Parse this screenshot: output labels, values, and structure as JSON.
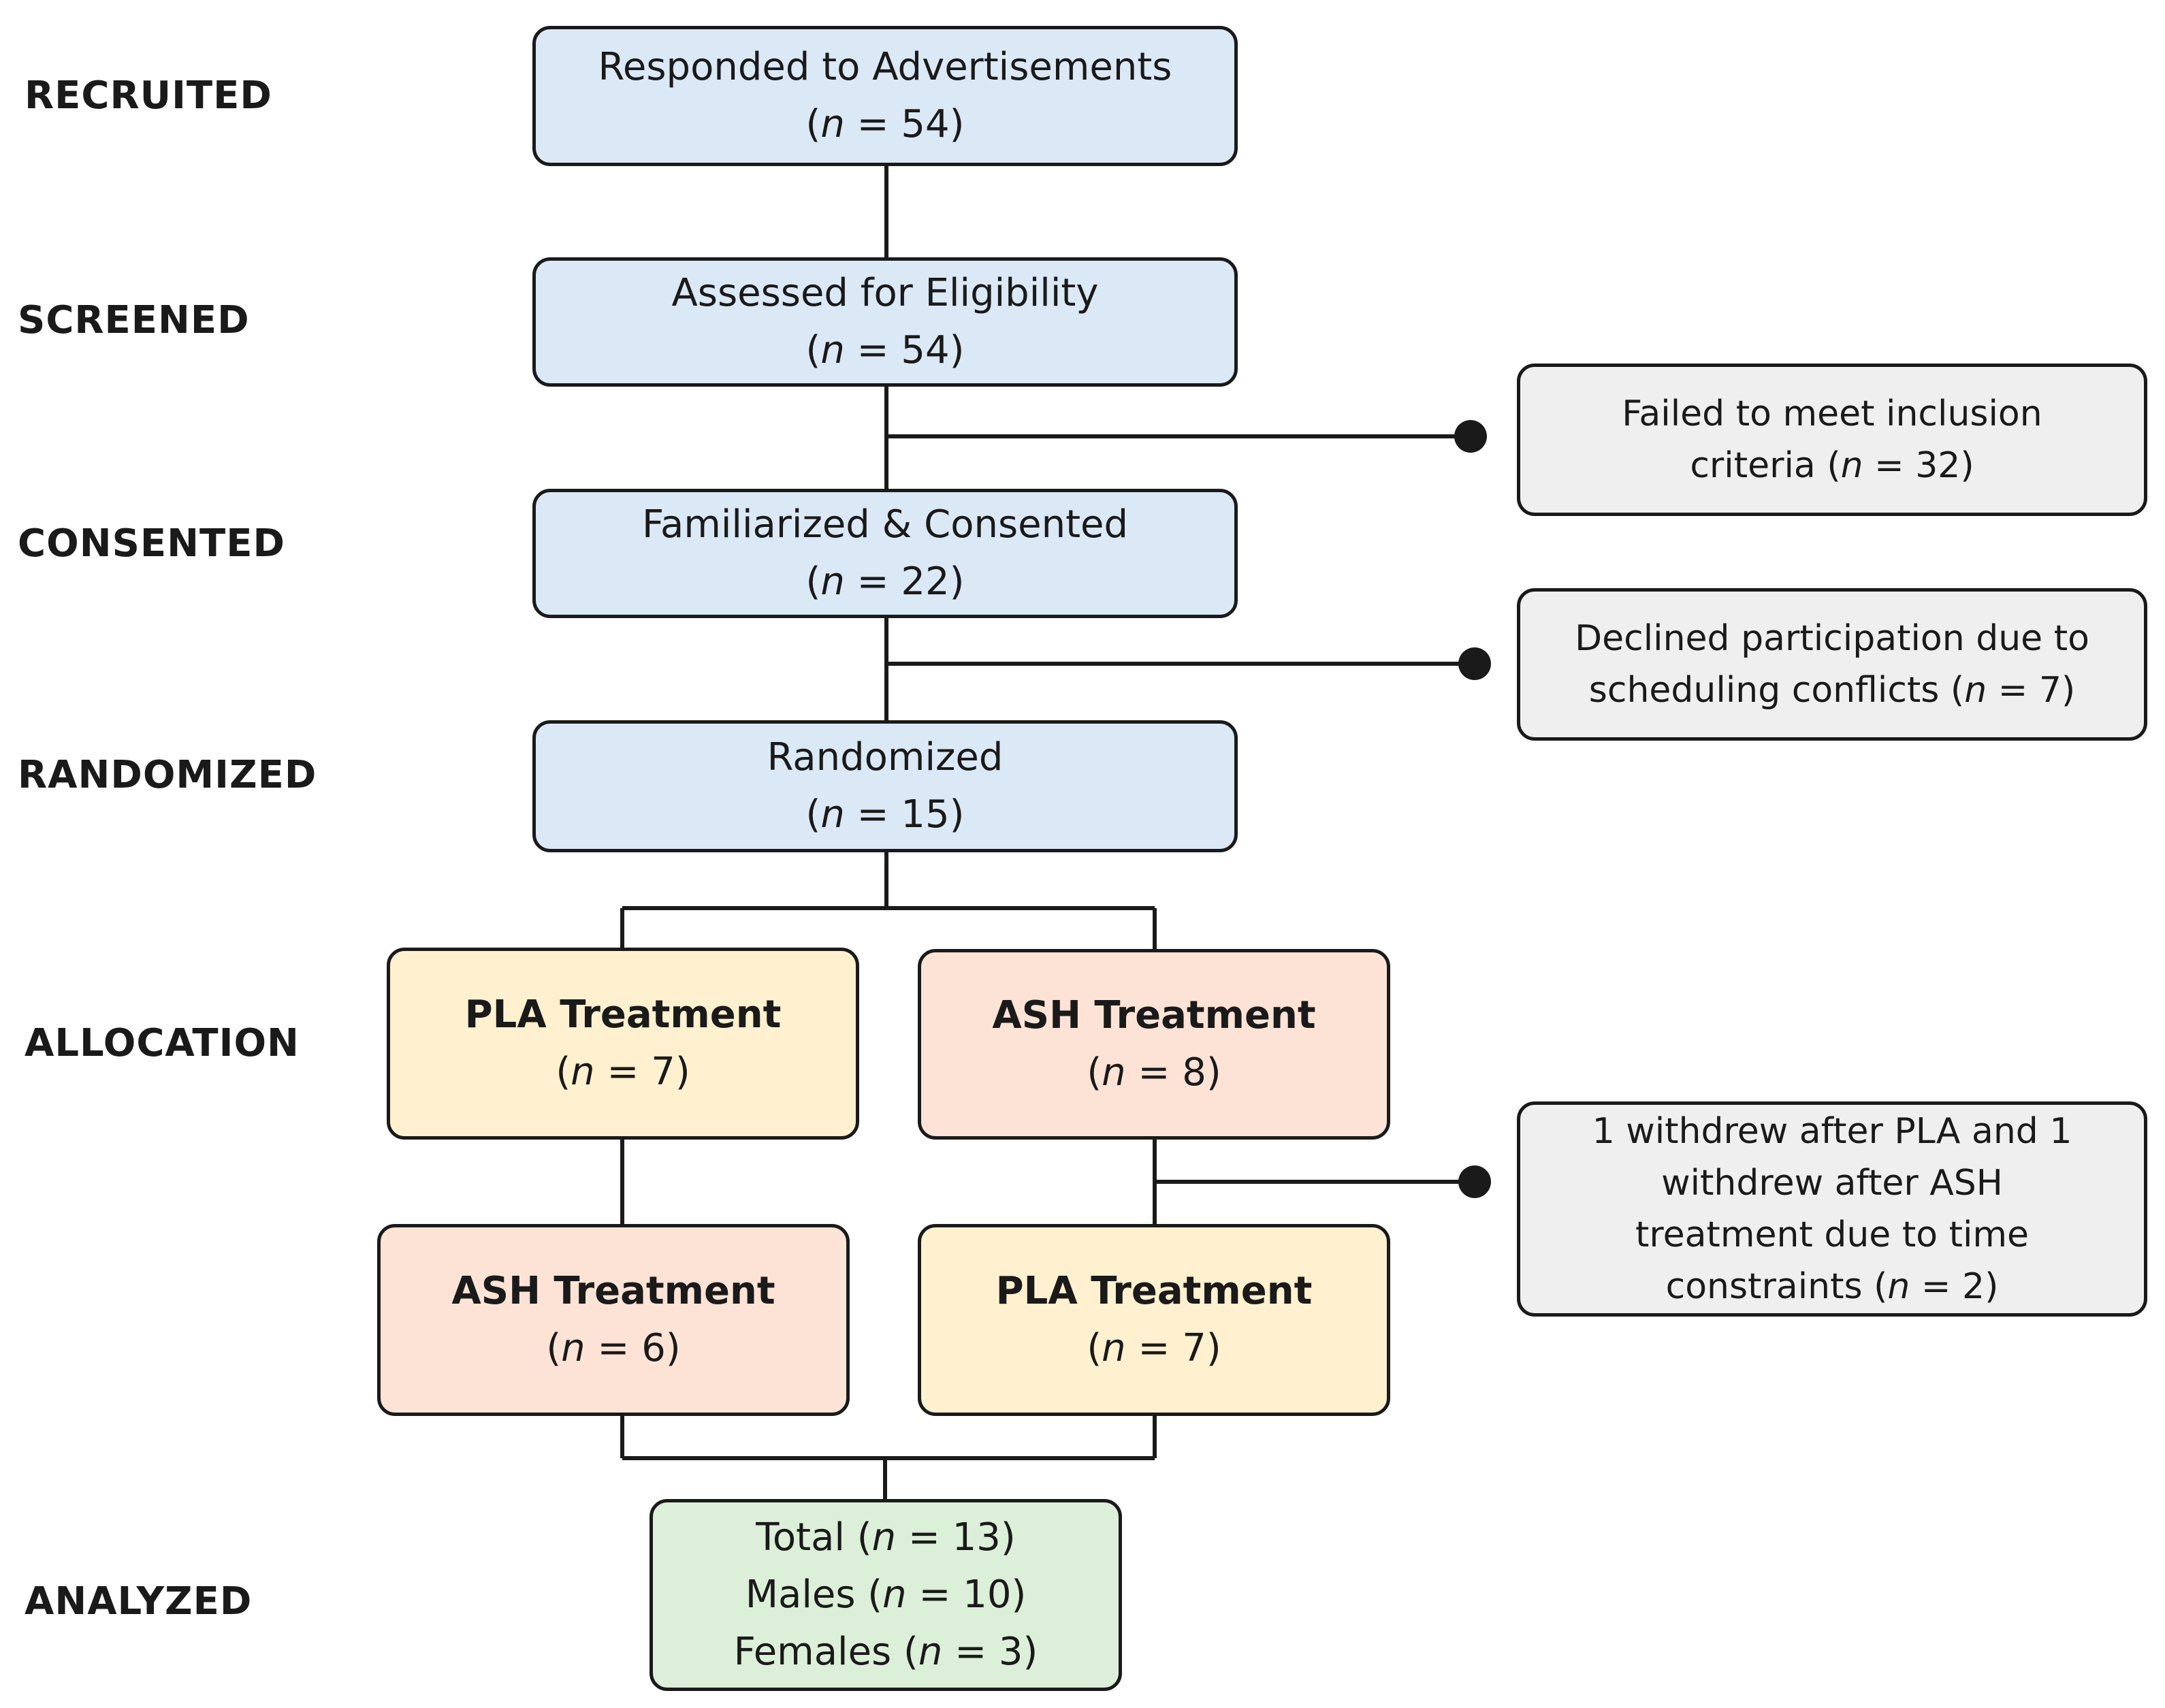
{
  "stages": {
    "recruited": "RECRUITED",
    "screened": "SCREENED",
    "consented": "CONSENTED",
    "randomized": "RANDOMIZED",
    "allocation": "ALLOCATION",
    "analyzed": "ANALYZED"
  },
  "n_symbol": "n",
  "main": {
    "advertised": {
      "label": "Responded to Advertisements",
      "count": "= 54)"
    },
    "eligibility": {
      "label": "Assessed for Eligibility",
      "count": "= 54)"
    },
    "consented": {
      "label": "Familiarized & Consented",
      "count": "= 22)"
    },
    "randomized": {
      "label": "Randomized",
      "count": "= 15)"
    }
  },
  "treatments": {
    "pla_first": {
      "label": "PLA Treatment",
      "count": "= 7)"
    },
    "ash_first": {
      "label": "ASH Treatment",
      "count": "= 8)"
    },
    "ash_second": {
      "label": "ASH Treatment",
      "count": "= 6)"
    },
    "pla_second": {
      "label": "PLA Treatment",
      "count": "= 7)"
    }
  },
  "exclusions": {
    "inclusion": {
      "line1": "Failed to meet inclusion",
      "line2": "criteria (",
      "count": "= 32)"
    },
    "declined": {
      "line1": "Declined participation due to",
      "line2": "scheduling conflicts (",
      "count": "= 7)"
    },
    "withdrew": {
      "line1": "1 withdrew after PLA and 1",
      "line2": "withdrew after ASH",
      "line3": "treatment due to time",
      "line4": "constraints (",
      "count": "= 2)"
    }
  },
  "analyzed": {
    "total_label": "Total (",
    "total_count": "= 13)",
    "males_label": "Males (",
    "males_count": "= 10)",
    "females_label": "Females (",
    "females_count": "= 3)"
  },
  "colors": {
    "main_box": "#dbe8f5",
    "pla_box": "#fff1cf",
    "ash_box": "#fde3d6",
    "analyzed_box": "#dcefd8",
    "exclusion_box": "#efefef",
    "lines": "#1a1a1a"
  }
}
